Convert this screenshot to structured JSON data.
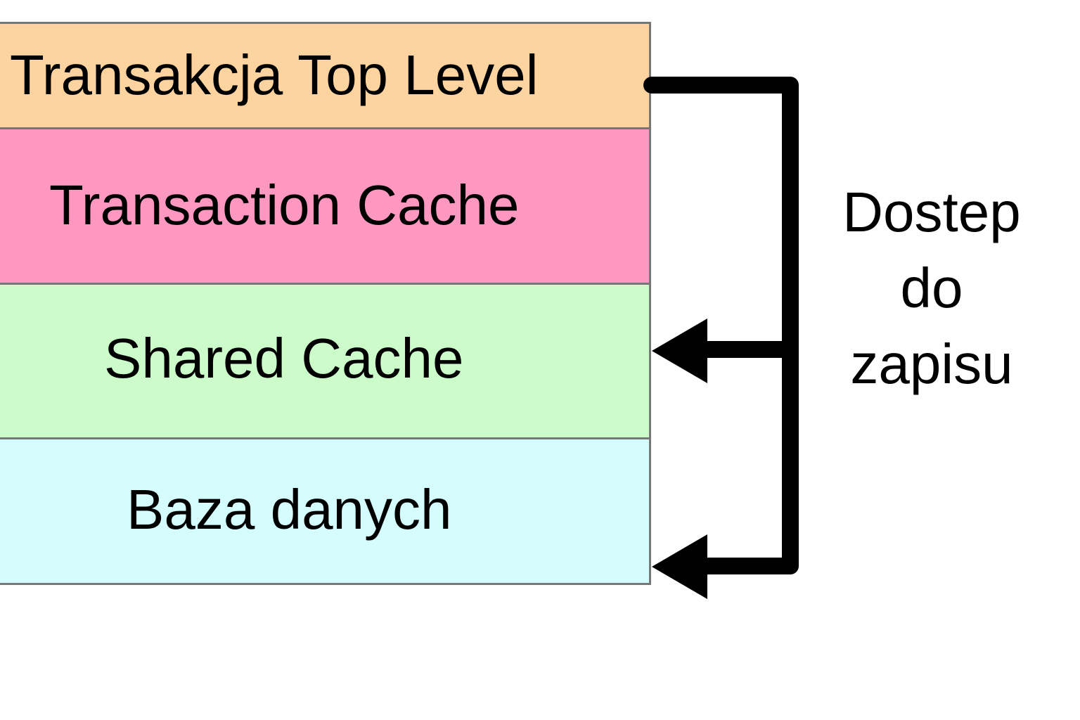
{
  "layers": [
    {
      "label": "Transakcja Top Level",
      "color": "#fdd39f"
    },
    {
      "label": "Transaction Cache",
      "color": "#fe98c0"
    },
    {
      "label": "Shared Cache",
      "color": "#cdfccb"
    },
    {
      "label": "Baza danych",
      "color": "#d6fdfd"
    }
  ],
  "access_label": {
    "line1": "Dostep",
    "line2": "do",
    "line3": "zapisu"
  },
  "colors": {
    "border": "#777777",
    "connector": "#000000"
  }
}
